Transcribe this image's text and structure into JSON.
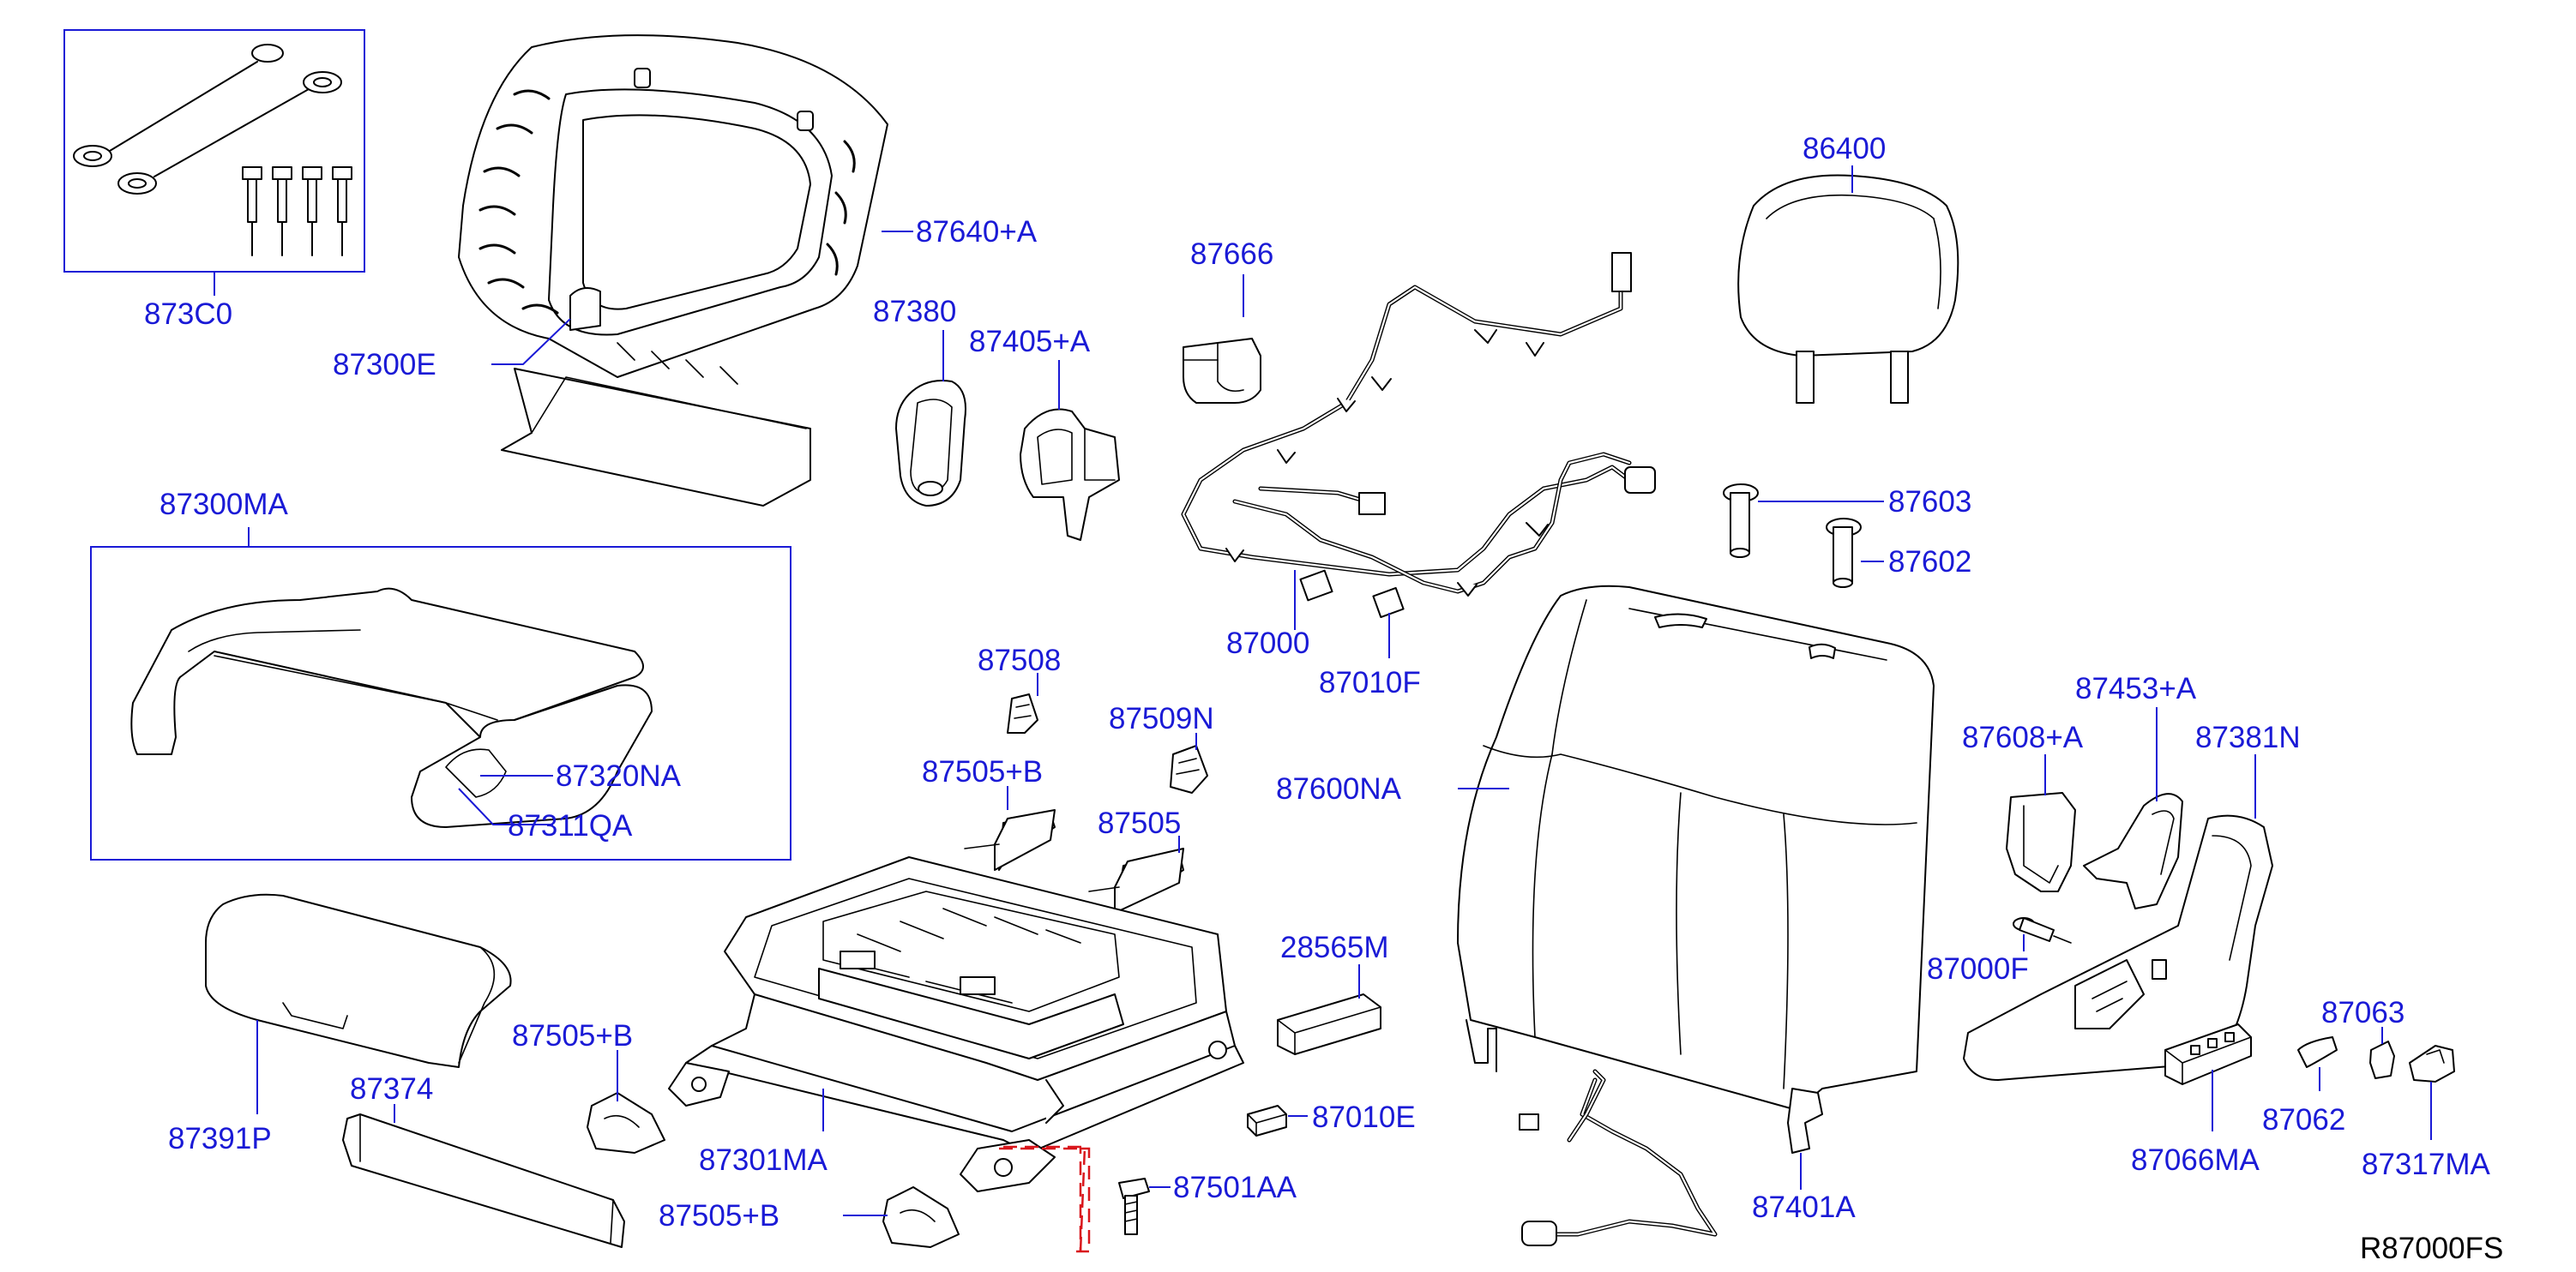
{
  "diagram": {
    "reference_code": "R87000FS",
    "callouts": {
      "c873C0": "873C0",
      "c87640A": "87640+A",
      "c87300E": "87300E",
      "c87380": "87380",
      "c87405A": "87405+A",
      "c87666": "87666",
      "c86400": "86400",
      "c87603": "87603",
      "c87602": "87602",
      "c87300MA": "87300MA",
      "c87320NA": "87320NA",
      "c87311QA": "87311QA",
      "c87000": "87000",
      "c87010F": "87010F",
      "c87508": "87508",
      "c87509N": "87509N",
      "c87505B1": "87505+B",
      "c87505": "87505",
      "c87600NA": "87600NA",
      "c87453A": "87453+A",
      "c87608A": "87608+A",
      "c87381N": "87381N",
      "c28565M": "28565M",
      "c87000F": "87000F",
      "c87063": "87063",
      "c87505B2": "87505+B",
      "c87391P": "87391P",
      "c87374": "87374",
      "c87301MA": "87301MA",
      "c87010E": "87010E",
      "c87501AA": "87501AA",
      "c87505B3": "87505+B",
      "c87401A": "87401A",
      "c87066MA": "87066MA",
      "c87062": "87062",
      "c87317MA": "87317MA"
    },
    "colors": {
      "callout_text": "#1a1ad6",
      "leader_line": "#1a1ad6",
      "kit_box": "#1a1ad6",
      "dashed_marker": "#d9161c",
      "line_art": "#000000"
    }
  }
}
